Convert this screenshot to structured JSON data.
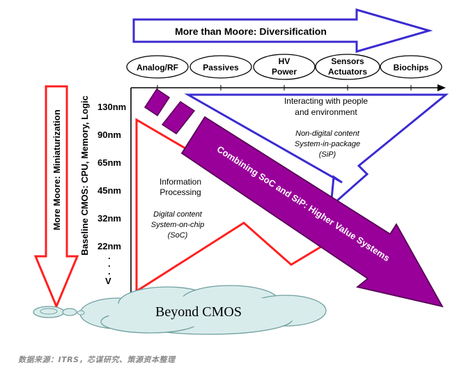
{
  "top_arrow": {
    "label": "More than Moore:  Diversification"
  },
  "categories": [
    {
      "label": "Analog/RF"
    },
    {
      "label": "Passives"
    },
    {
      "lines": [
        "HV",
        "Power"
      ]
    },
    {
      "lines": [
        "Sensors",
        "Actuators"
      ]
    },
    {
      "label": "Biochips"
    }
  ],
  "left_arrow": {
    "label": "More Moore:  Miniaturization"
  },
  "axis_label": "Baseline CMOS:  CPU, Memory, Logic",
  "nodes": [
    "130nm",
    "90nm",
    "65nm",
    "45nm",
    "32nm",
    "22nm"
  ],
  "node_ellipsis": [
    ".",
    ".",
    "."
  ],
  "node_end": "V",
  "soc_block": {
    "title_lines": [
      "Information",
      "Processing"
    ],
    "detail_lines": [
      "Digital content",
      "System-on-chip",
      "(SoC)"
    ]
  },
  "sip_block": {
    "title_lines": [
      "Interacting with people",
      "and environment"
    ],
    "detail_lines": [
      "Non-digital content",
      "System-in-package",
      "(SiP)"
    ]
  },
  "combined_arrow": {
    "label": "Combining SoC and SiP:  Higher Value Systems"
  },
  "cloud": {
    "label": "Beyond CMOS"
  },
  "source": "数据来源：ITRS，芯谋研究、策源资本整理",
  "colors": {
    "blue_outline": "#3333cc",
    "purple_fill": "#990099",
    "red_outline": "#ff2020",
    "cloud_fill": "#d9ecec",
    "cloud_stroke": "#6f9f9f"
  }
}
